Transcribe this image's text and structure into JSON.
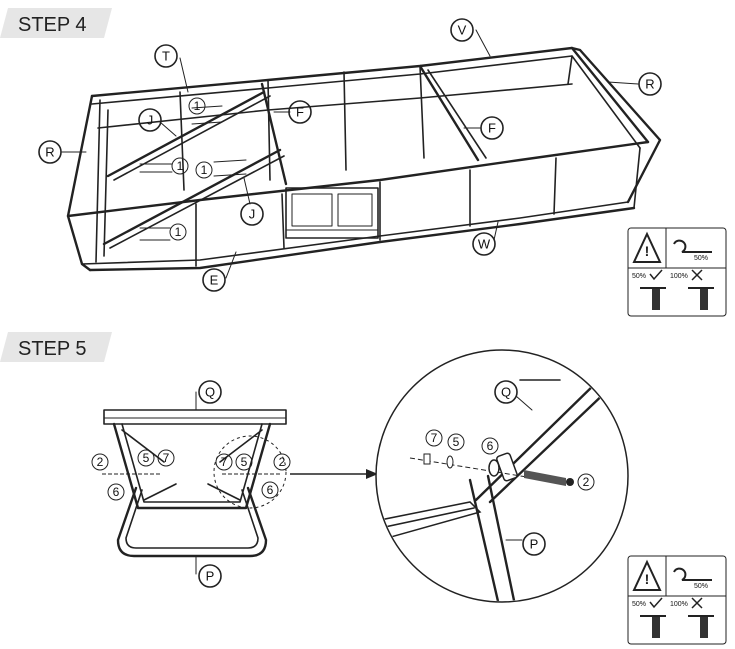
{
  "steps": [
    {
      "title": "STEP 4",
      "labels": {
        "T": "T",
        "V": "V",
        "R_left": "R",
        "R_right": "R",
        "J_top": "J",
        "J_bottom": "J",
        "F_left": "F",
        "F_right": "F",
        "E": "E",
        "W": "W"
      },
      "part_numbers": [
        "1",
        "1",
        "1",
        "1"
      ]
    },
    {
      "title": "STEP 5",
      "labels": {
        "Q": "Q",
        "P": "P",
        "Q_detail": "Q",
        "P_detail": "P"
      },
      "part_numbers": {
        "left_2": "2",
        "left_5": "5",
        "left_7": "7",
        "left_6": "6",
        "right_7": "7",
        "right_5": "5",
        "right_2": "2",
        "right_6": "6",
        "detail_7": "7",
        "detail_5": "5",
        "detail_6": "6",
        "detail_2": "2"
      }
    }
  ],
  "torque_box": {
    "percent_label": "50%",
    "check_label": "50%",
    "cross_label": "100%"
  },
  "icons": [
    "warning-icon",
    "wrench-icon",
    "check-icon",
    "cross-icon"
  ]
}
